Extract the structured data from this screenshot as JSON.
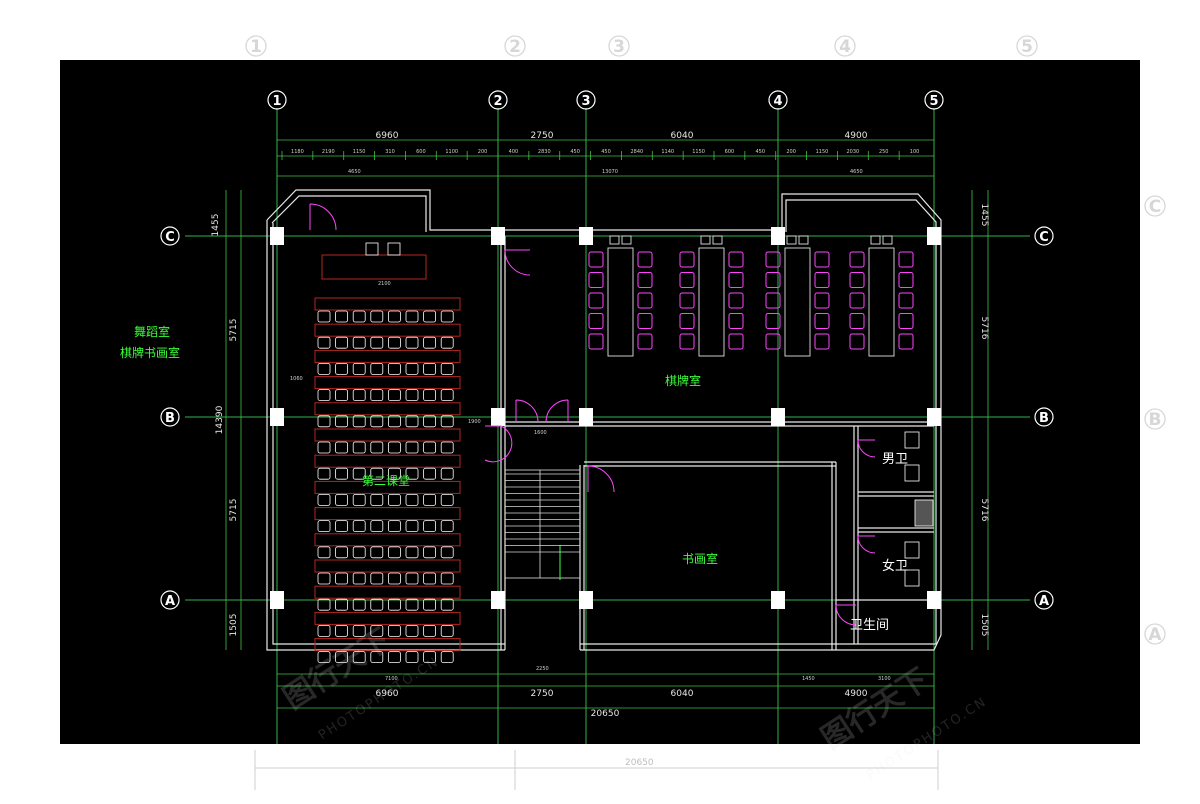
{
  "grid_axes": {
    "vertical": [
      "1",
      "2",
      "3",
      "4",
      "5"
    ],
    "horizontal": [
      "C",
      "B",
      "A"
    ]
  },
  "dimensions": {
    "top_main": [
      "6960",
      "2750",
      "6040",
      "4900"
    ],
    "top_total_note": "13070",
    "top_sub": [
      "1180",
      "2190",
      "1150",
      "310",
      "600",
      "1100",
      "200",
      "400",
      "2830",
      "450",
      "450",
      "2840",
      "1140",
      "1150",
      "600",
      "450",
      "200",
      "1150",
      "2030",
      "250",
      "100"
    ],
    "top_sub2": [
      "4650",
      "4650"
    ],
    "left_main": [
      "1455",
      "5715",
      "5715",
      "1505"
    ],
    "left_total": "14390",
    "right_main": [
      "1455",
      "5716",
      "5716",
      "1505"
    ],
    "bottom_main": [
      "6960",
      "2750",
      "6040",
      "4900"
    ],
    "bottom_total": "20650",
    "bottom_sub": [
      "7100",
      "2250",
      "1450",
      "3100"
    ],
    "interior": [
      "1600",
      "1900",
      "1060",
      "2100"
    ],
    "ghost_total": "20650"
  },
  "rooms": {
    "left_label_1": "舞蹈室",
    "left_label_2": "棋牌书画室",
    "classroom": "第二课堂",
    "chess_room": "棋牌室",
    "painting_room": "书画室",
    "mens_wc": "男卫",
    "womens_wc": "女卫",
    "restroom": "卫生间"
  },
  "watermark": {
    "text_cn": "图行天下",
    "text_en": "PHOTOPHOTO.CN"
  },
  "colors": {
    "background": "#000000",
    "grid": "#2fb34a",
    "walls": "#e8e8e8",
    "furniture_magenta": "#ff44ff",
    "desk_red": "#b3261e",
    "room_text_green": "#3cff3c"
  }
}
